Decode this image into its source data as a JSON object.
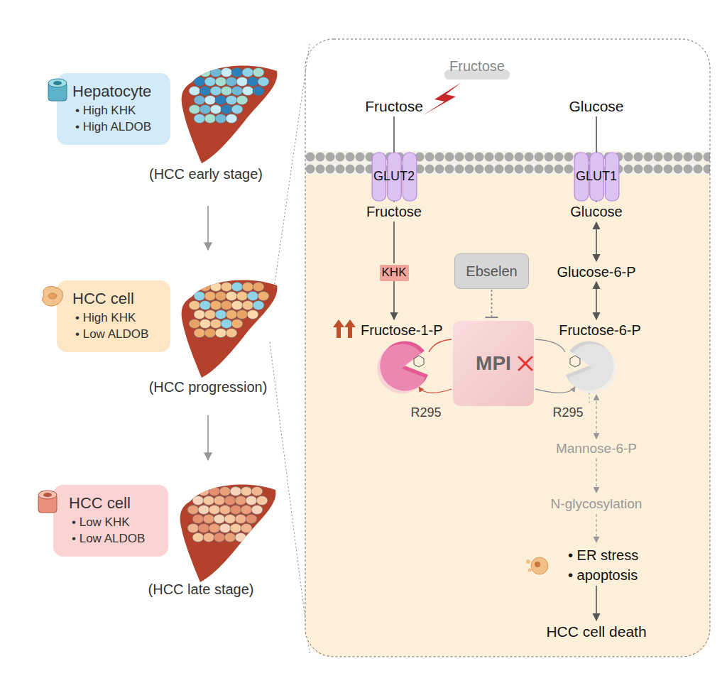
{
  "diagram": {
    "nodes": [
      {
        "text": [
          "Hepatocyte",
          "• High KHK",
          "• High ALDOB"
        ]
      },
      {
        "text": [
          "HCC cell",
          "• High KHK",
          "• Low ALDOB"
        ]
      },
      {
        "text": [
          "HCC cell",
          "• Low KHK",
          "• Low ALDOB"
        ]
      },
      {
        "text": [
          "GLUT2"
        ]
      },
      {
        "text": [
          "GLUT1"
        ]
      },
      {
        "text": [
          "KHK"
        ]
      },
      {
        "text": [
          "Ebselen"
        ]
      },
      {
        "text": [
          "MPI"
        ]
      }
    ],
    "edges": [
      {
        "from": 6,
        "to": 7,
        "arrow": "to"
      }
    ],
    "labels": [
      "(HCC early stage)",
      "(HCC progression)",
      "(HCC late stage)",
      "Fructose",
      "Fructose",
      "Glucose",
      "Fructose",
      "Glucose",
      "Glucose-6-P",
      "Fructose-1-P",
      "Fructose-6-P",
      "R295",
      "R295",
      "Mannose-6-P",
      "N-glycosylation",
      "• ER stress",
      "• apoptosis",
      "HCC cell death"
    ]
  }
}
